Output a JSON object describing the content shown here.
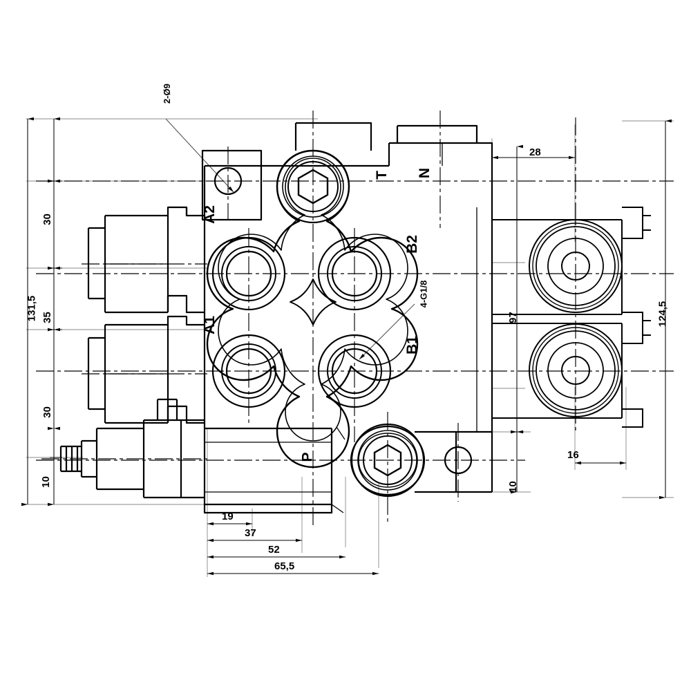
{
  "drawing": {
    "title": "Hydraulic Directional Control Valve - Dimensional Drawing",
    "type": "engineering-drawing",
    "line_color": "#000000",
    "background_color": "#ffffff",
    "centerline_color": "#000000",
    "extension_line_color": "#808080"
  },
  "port_labels": [
    {
      "id": "T",
      "text": "T"
    },
    {
      "id": "N",
      "text": "N"
    },
    {
      "id": "A2",
      "text": "A2"
    },
    {
      "id": "B2",
      "text": "B2"
    },
    {
      "id": "A1",
      "text": "A1"
    },
    {
      "id": "B1",
      "text": "B1"
    },
    {
      "id": "P",
      "text": "P"
    }
  ],
  "leader_notes": [
    {
      "id": "two-holes",
      "text": "2-Ø9"
    },
    {
      "id": "four-threads",
      "text": "4-G1/8"
    }
  ],
  "dimensions": {
    "left_vertical": [
      {
        "id": "d30-top",
        "text": "30"
      },
      {
        "id": "d35",
        "text": "35"
      },
      {
        "id": "d30-bottom",
        "text": "30"
      },
      {
        "id": "d10-left",
        "text": "10"
      }
    ],
    "left_overall": {
      "id": "d131-5",
      "text": "131,5"
    },
    "bottom_horizontal": [
      {
        "id": "d19",
        "text": "19"
      },
      {
        "id": "d37",
        "text": "37"
      },
      {
        "id": "d52",
        "text": "52"
      },
      {
        "id": "d65-5",
        "text": "65,5"
      }
    ],
    "top_right": {
      "id": "d28",
      "text": "28"
    },
    "right_vertical": [
      {
        "id": "d97",
        "text": "97"
      },
      {
        "id": "d10-right",
        "text": "10"
      }
    ],
    "right_overall": {
      "id": "d124-5",
      "text": "124,5"
    },
    "bottom_right": {
      "id": "d16",
      "text": "16"
    }
  }
}
